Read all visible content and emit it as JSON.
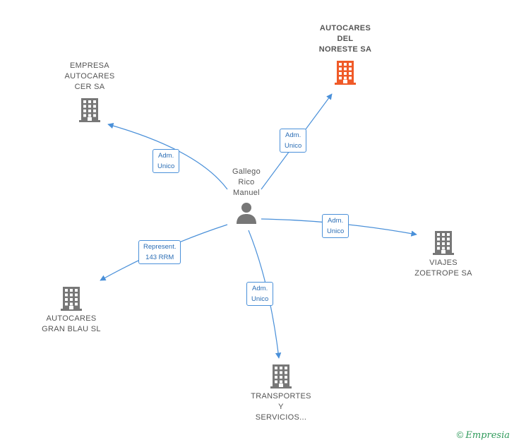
{
  "center": {
    "name": "Gallego\nRico\nManuel",
    "icon": "person-icon"
  },
  "companies": [
    {
      "id": "autocares-noreste",
      "name": "AUTOCARES\nDEL\nNORESTE SA",
      "highlight": true,
      "color": "#f05a28"
    },
    {
      "id": "empresa-autocares-cer",
      "name": "EMPRESA\nAUTOCARES\nCER SA",
      "highlight": false,
      "color": "#777777"
    },
    {
      "id": "viajes-zoetrope",
      "name": "VIAJES\nZOETROPE SA",
      "highlight": false,
      "color": "#777777"
    },
    {
      "id": "autocares-gran-blau",
      "name": "AUTOCARES\nGRAN BLAU SL",
      "highlight": false,
      "color": "#777777"
    },
    {
      "id": "transportes-servicios",
      "name": "TRANSPORTES\nY\nSERVICIOS...",
      "highlight": false,
      "color": "#777777"
    }
  ],
  "relations": [
    {
      "to": "autocares-noreste",
      "label": "Adm.\nUnico"
    },
    {
      "to": "empresa-autocares-cer",
      "label": "Adm.\nUnico"
    },
    {
      "to": "viajes-zoetrope",
      "label": "Adm.\nUnico"
    },
    {
      "to": "autocares-gran-blau",
      "label": "Represent.\n143 RRM"
    },
    {
      "to": "transportes-servicios",
      "label": "Adm.\nUnico"
    }
  ],
  "edge_color": "#4a90d9",
  "watermark": {
    "symbol": "©",
    "brand": "Empresia"
  }
}
